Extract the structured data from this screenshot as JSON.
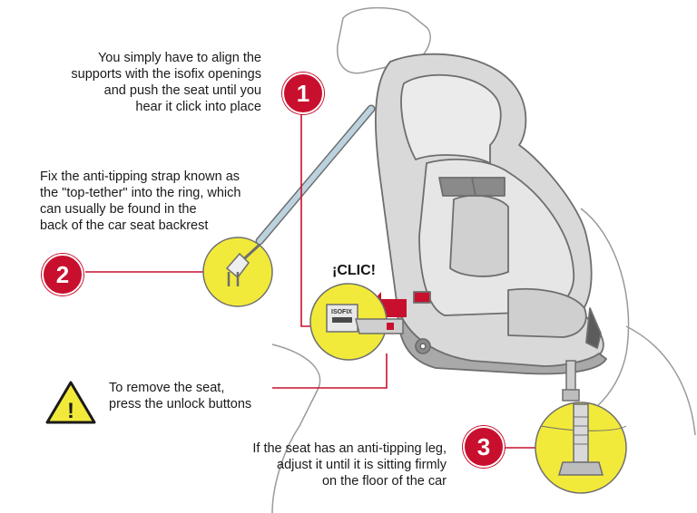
{
  "captions": {
    "align": "You simply have to align the\nsupports with the isofix openings\nand push the seat until you\nhear it click into place",
    "top_tether": "Fix the anti-tipping strap known as\nthe \"top-tether\" into the ring, which\ncan usually be found in the\nback of the car seat backrest",
    "remove": "To remove the seat,\npress the unlock buttons",
    "leg": "If the seat has an anti-tipping leg,\nadjust it until it is sitting firmly\non the floor of the car"
  },
  "steps": [
    "1",
    "2",
    "3"
  ],
  "clic_label": "¡CLIC!",
  "isofix_label": "ISOFIX",
  "warning_symbol": "!",
  "colors": {
    "accent_red": "#c8102e",
    "highlight_yellow": "#f2ea3a",
    "seat_gray": "#d9d9d9",
    "seat_outline": "#6e6e6e",
    "strap_blue": "#bcd3df"
  },
  "icons": [
    "warning-triangle-icon",
    "arrow-left-icon"
  ]
}
